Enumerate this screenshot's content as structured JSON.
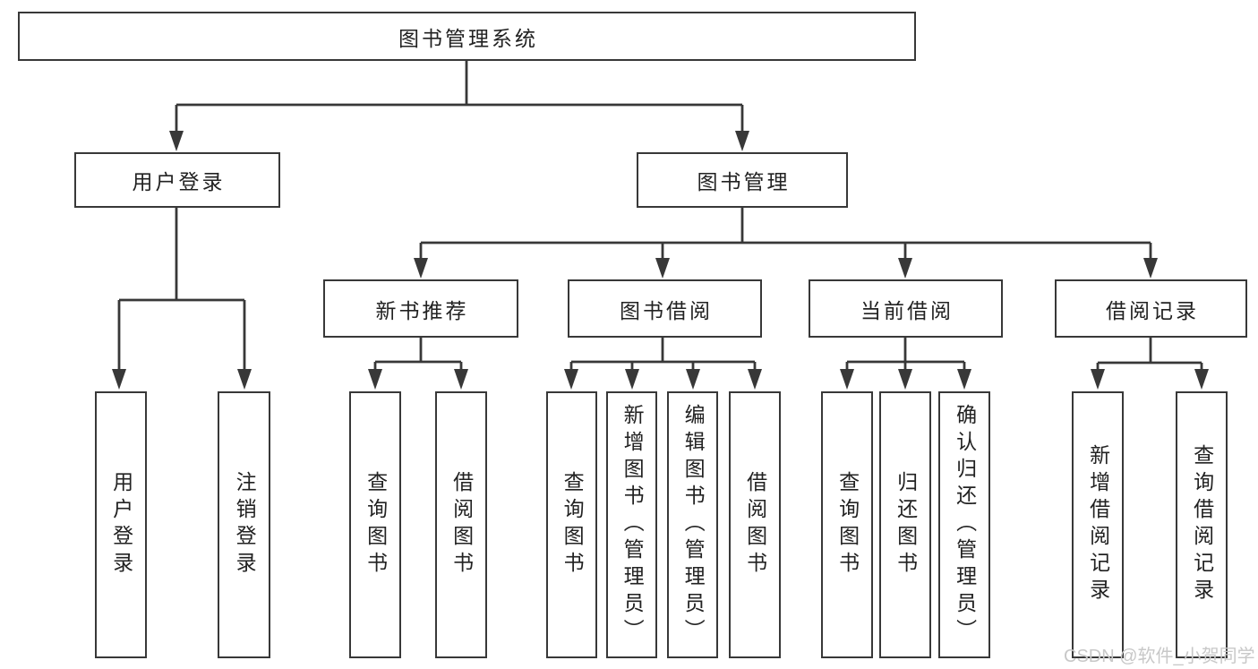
{
  "tree": {
    "label": "图书管理系统",
    "children": [
      {
        "label": "用户登录",
        "children": [
          {
            "label": "用户登录"
          },
          {
            "label": "注销登录"
          }
        ]
      },
      {
        "label": "图书管理",
        "children": [
          {
            "label": "新书推荐",
            "children": [
              {
                "label": "查询图书"
              },
              {
                "label": "借阅图书"
              }
            ]
          },
          {
            "label": "图书借阅",
            "children": [
              {
                "label": "查询图书"
              },
              {
                "label": "新增图书（管理员）"
              },
              {
                "label": "编辑图书（管理员）"
              },
              {
                "label": "借阅图书"
              }
            ]
          },
          {
            "label": "当前借阅",
            "children": [
              {
                "label": "查询图书"
              },
              {
                "label": "归还图书"
              },
              {
                "label": "确认归还（管理员）"
              }
            ]
          },
          {
            "label": "借阅记录",
            "children": [
              {
                "label": "新增借阅记录"
              },
              {
                "label": "查询借阅记录"
              }
            ]
          }
        ]
      }
    ]
  },
  "watermark": {
    "text": "CSDN @软件_小贺同学"
  },
  "colors": {
    "line": "#383838",
    "text": "#222222",
    "watermark": "#c8c8c8",
    "bg": "#ffffff"
  }
}
